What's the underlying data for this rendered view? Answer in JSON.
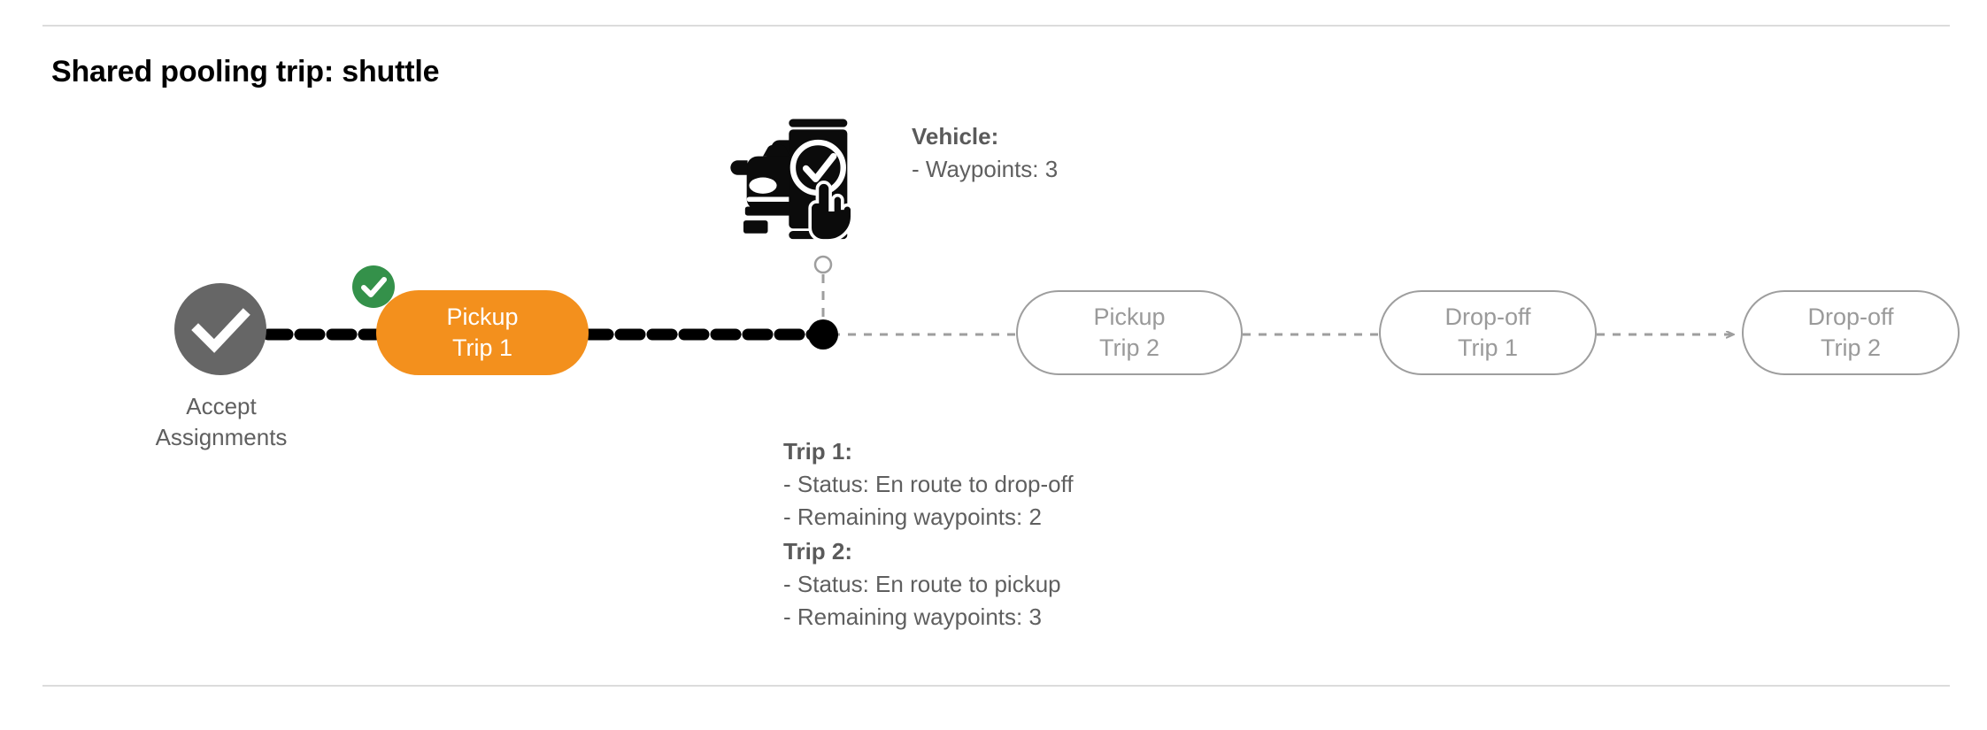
{
  "page": {
    "title": "Shared pooling trip: shuttle"
  },
  "colors": {
    "active_node": "#F3901D",
    "completed_badge": "#34914A",
    "start_node": "#666666",
    "pending_node_border": "#9E9E9E",
    "pending_node_text": "#9A9A9A",
    "traveled_path": "#000000",
    "upcoming_path": "#9E9E9E",
    "annotation_text": "#5F5F5F",
    "divider": "#DCDCDC"
  },
  "timeline": {
    "start_node": {
      "icon": "check-circle-icon",
      "label_line1": "Accept",
      "label_line2": "Assignments"
    },
    "nodes": [
      {
        "id": "pickup-trip-1",
        "line1": "Pickup",
        "line2": "Trip 1",
        "state": "completed-active",
        "badge": "green-check-badge"
      },
      {
        "id": "pickup-trip-2",
        "line1": "Pickup",
        "line2": "Trip 2",
        "state": "pending"
      },
      {
        "id": "dropoff-trip-1",
        "line1": "Drop-off",
        "line2": "Trip 1",
        "state": "pending"
      },
      {
        "id": "dropoff-trip-2",
        "line1": "Drop-off",
        "line2": "Trip 2",
        "state": "pending"
      }
    ],
    "vehicle_marker": {
      "icon": "vehicle-phone-check-icon",
      "connector": "dashed-leader-line",
      "position_dot": "vehicle-position-dot"
    }
  },
  "annotations": {
    "vehicle": {
      "heading": "Vehicle:",
      "line1": "- Waypoints: 3"
    },
    "trips": {
      "trip1_heading": "Trip 1:",
      "trip1_status": "- Status:  En route to drop-off",
      "trip1_waypoints": "- Remaining waypoints: 2",
      "trip2_heading": "Trip 2:",
      "trip2_status": "- Status:  En route to pickup",
      "trip2_waypoints": "- Remaining waypoints: 3"
    }
  }
}
